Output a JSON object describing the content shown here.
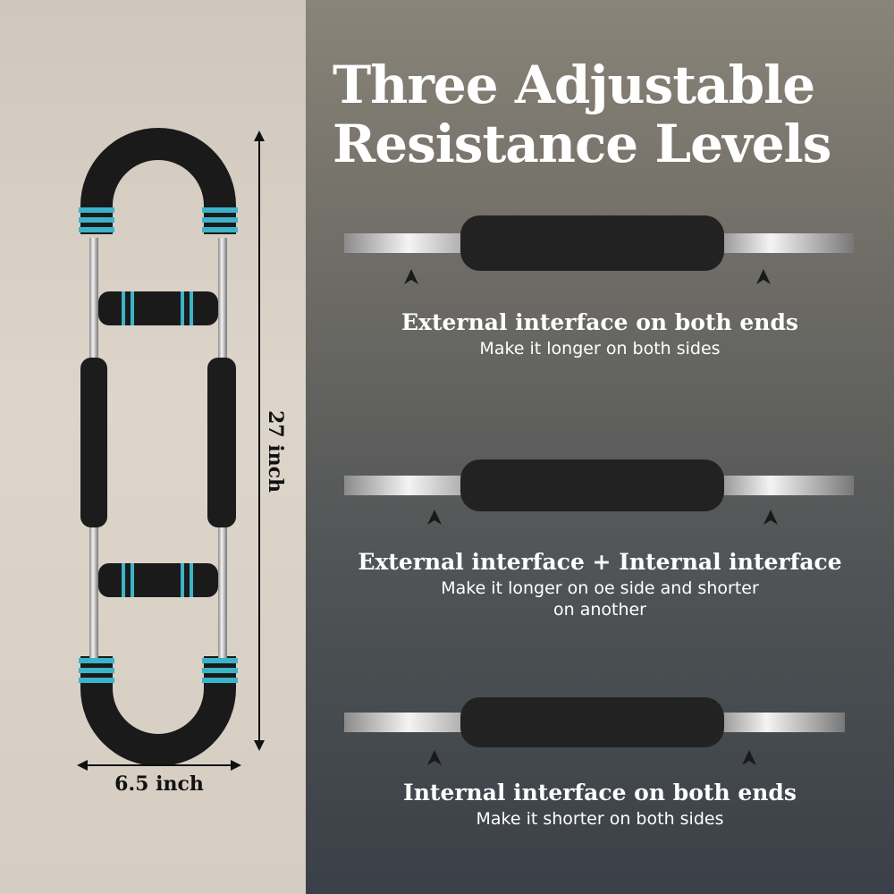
{
  "title": {
    "line1": "Three Adjustable",
    "line2": "Resistance Levels"
  },
  "dimensions": {
    "height": "27 inch",
    "width": "6.5 inch"
  },
  "levels": [
    {
      "heading": "External interface on both ends",
      "description": "Make it longer on both sides"
    },
    {
      "heading": "External interface + Internal interface",
      "description": "Make it longer on oe side and shorter",
      "description2": "on another"
    },
    {
      "heading": "Internal interface on both ends",
      "description": "Make it shorter on both sides"
    }
  ],
  "colors": {
    "accent": "#3bb3c9",
    "foam": "#1c1c1c",
    "text_light": "#ffffff"
  }
}
